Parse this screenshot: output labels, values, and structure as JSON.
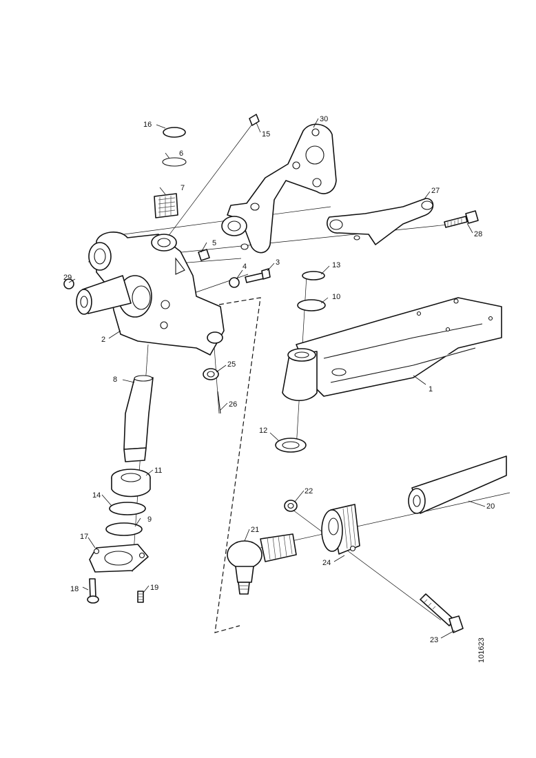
{
  "figure": {
    "reference_number": "101623",
    "callouts": [
      "1",
      "2",
      "3",
      "4",
      "5",
      "6",
      "7",
      "8",
      "9",
      "10",
      "11",
      "12",
      "13",
      "14",
      "15",
      "16",
      "17",
      "18",
      "19",
      "20",
      "21",
      "22",
      "23",
      "24",
      "25",
      "26",
      "27",
      "28",
      "29",
      "30"
    ]
  },
  "colors": {
    "line": "#111111",
    "background": "#ffffff"
  }
}
